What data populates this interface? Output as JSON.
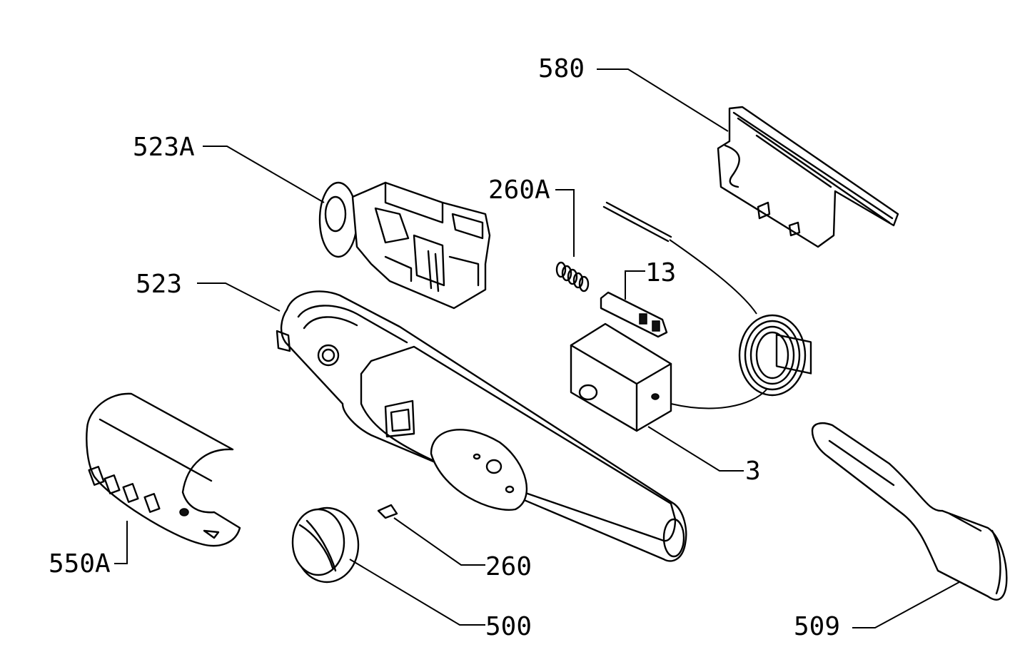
{
  "diagram": {
    "labels": {
      "p580": "580",
      "p523A": "523A",
      "p260A": "260A",
      "p13": "13",
      "p523": "523",
      "p3": "3",
      "p550A": "550A",
      "p260": "260",
      "p500": "500",
      "p509": "509"
    },
    "colors": {
      "ink": "#000000",
      "paper": "#ffffff"
    }
  }
}
